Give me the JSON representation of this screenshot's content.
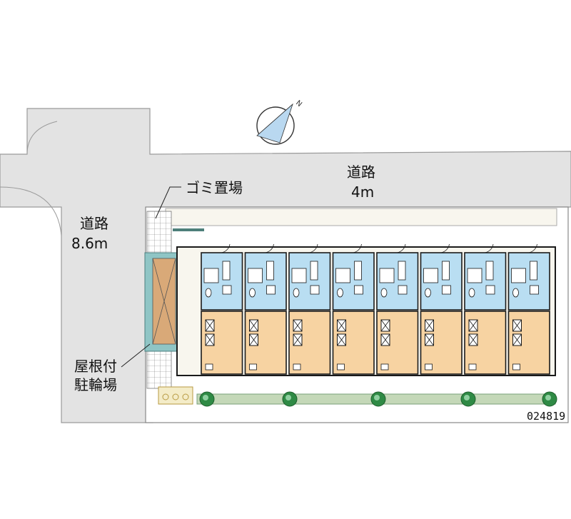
{
  "labels": {
    "road_top_name": "道路",
    "road_top_width": "4m",
    "road_left_name": "道路",
    "road_left_width": "8.6m",
    "garbage": "ゴミ置場",
    "bike_line1": "屋根付",
    "bike_line2": "駐輪場",
    "property_code": "024819",
    "compass_mark": "N"
  },
  "colors": {
    "road": "#e3e3e3",
    "road_edge": "#9a9a9a",
    "wet_area": "#b9def2",
    "room": "#f7d3a2",
    "wall": "#1a1a1a",
    "corridor": "#f8f6ee",
    "hedge": "#c4d8b8",
    "tree": "#2f8a45",
    "parking_teal": "#8fc5c5",
    "parking_inner": "#d9a978"
  },
  "units": 8,
  "trees": 5
}
